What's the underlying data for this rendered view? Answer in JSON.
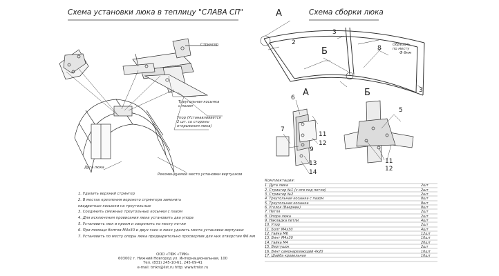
{
  "titles": {
    "left": "Схема установки люка в теплицу \"СЛАВА СП\"",
    "right": "Схема сборки люка"
  },
  "left_labels": {
    "stringer": "Стрингер",
    "triangle_kerchief_a": "Треугольная косынка",
    "triangle_kerchief_b": "с пазом",
    "stop_a": "Упор (Устанавливается",
    "stop_b": "2 шт. со стороны",
    "stop_c": "открывания люка)",
    "vent_arc": "Дуга люка",
    "recommended_place": "Рекомендуемое место установки вертушков"
  },
  "right_labels": {
    "trim_a": "Обрезать",
    "trim_b": "по месту",
    "trim_c": "Ф 6мм"
  },
  "detail_letters": {
    "a": "А",
    "b": "Б",
    "a_small": "А",
    "b_small": "Б"
  },
  "callouts": {
    "n2": "2",
    "n3": "3",
    "n8": "8",
    "n3b": "3",
    "n6": "6",
    "n7": "7",
    "n9": "9",
    "n11a": "11",
    "n12a": "12",
    "n13": "13",
    "n14": "14",
    "n5": "5",
    "n11b": "11",
    "n12b": "12"
  },
  "steps": [
    "1. Удалить верхний стрингер",
    "2. В местах крепления верхнего стрингера заменить",
    "   квадратные косынки на треугольные",
    "3. Соединить смежные треугольные косынки с пазом",
    "4. Для исключения провисания люка установить два упора",
    "5. Установить люк в проем и закрепить по месту петли",
    "6. При помощи болтов М4х30 и двух гаек в люке удалить места установки вертушки",
    "7. Установить по месту опоры люка предварительно просверлив  для них отверстия Ф6 мм"
  ],
  "components": {
    "header": "Комплектация:",
    "rows": [
      {
        "name": "1. Дуга люка",
        "qty": "2шт"
      },
      {
        "name": "2. Стрингер №1  (с отв под петли)",
        "qty": "2шт"
      },
      {
        "name": "3. Стрингер №2",
        "qty": "2шт"
      },
      {
        "name": "4. Треугольная косынка с пазом",
        "qty": "8шт"
      },
      {
        "name": "5. Треугольная косынка",
        "qty": "8шт"
      },
      {
        "name": "6. Уголок (Ваерник)",
        "qty": "8шт"
      },
      {
        "name": "7. Петля",
        "qty": "2шт"
      },
      {
        "name": "8. Опора люка",
        "qty": "2шт"
      },
      {
        "name": "9. Накладка петли",
        "qty": "4шт"
      },
      {
        "name": "10. Упор",
        "qty": "2шт"
      },
      {
        "name": "11. Болт М4х30",
        "qty": "4шт"
      },
      {
        "name": "12. Гайка М6",
        "qty": "12шт"
      },
      {
        "name": "13. Винт М4х30",
        "qty": "10шт"
      },
      {
        "name": "14. Гайка М4",
        "qty": "20шт"
      },
      {
        "name": "15. Вертушок",
        "qty": "2шт"
      },
      {
        "name": "16. Винт самонарезающий 4х20",
        "qty": "10шт"
      },
      {
        "name": "17. Шайба кровельная",
        "qty": "10шт"
      }
    ]
  },
  "company": {
    "name": "ООО «ТФК «ТМК»",
    "address": "603002 г. Нижний Новгород ул. Интернациональная, 100",
    "phone": "Тел.  (831) 245-10-61, 245-09-41",
    "web": "e-mail:  tmkn@list.ru      http:  www.tmkn.ru"
  }
}
